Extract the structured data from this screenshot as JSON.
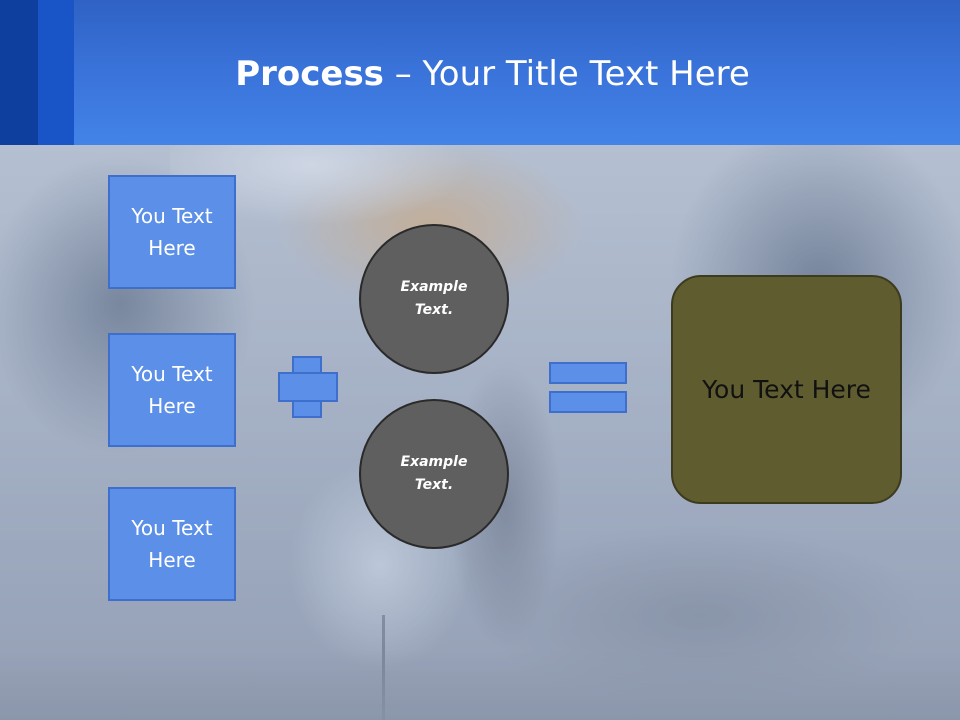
{
  "title": {
    "bold": "Process",
    "rest": " – Your Title Text Here"
  },
  "left_boxes": [
    {
      "label": "You Text Here"
    },
    {
      "label": "You Text Here"
    },
    {
      "label": "You Text Here"
    }
  ],
  "circles": [
    {
      "label": "Example Text."
    },
    {
      "label": "Example Text."
    }
  ],
  "result": {
    "label": "You Text Here"
  },
  "colors": {
    "header_blue": "#3b75dc",
    "box_blue": "#5b8fe8",
    "circle_gray": "#5f5f5f",
    "result_olive": "#5f5c30"
  },
  "icons": {
    "plus": "plus-icon",
    "equals": "equals-icon"
  }
}
